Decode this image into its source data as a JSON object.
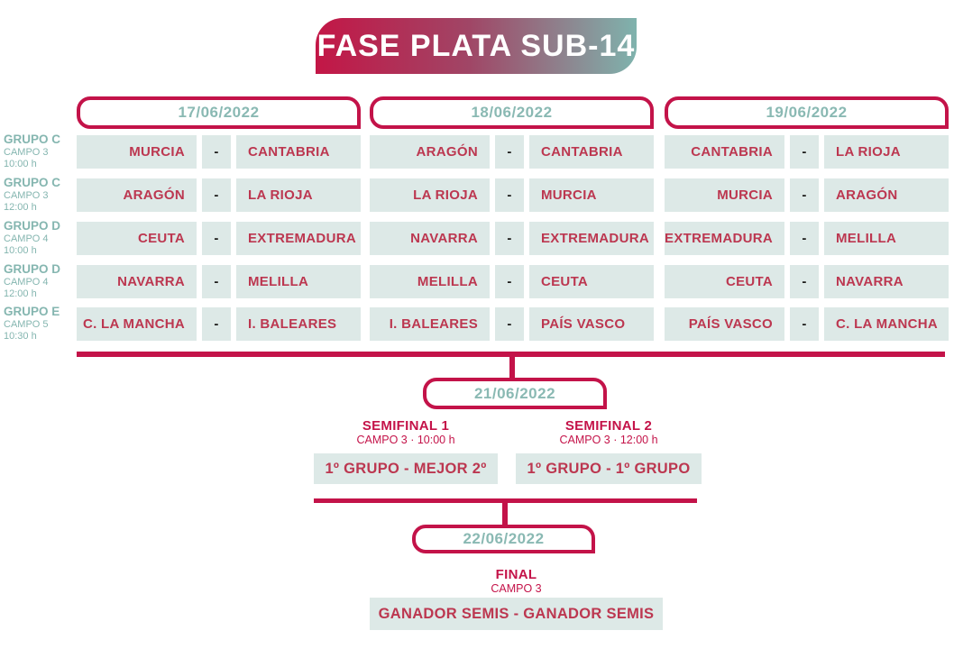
{
  "title": "FASE PLATA SUB-14",
  "separator": "-",
  "colors": {
    "accent_crimson": "#c31349",
    "team_text_red": "#bc3750",
    "teal_text": "#8ab9b3",
    "box_background": "#dde9e7",
    "banner_gradient_left": "#c31646",
    "banner_gradient_right": "#7fb3ad"
  },
  "groups": [
    {
      "name": "GRUPO C",
      "field": "CAMPO 3",
      "time": "10:00 h"
    },
    {
      "name": "GRUPO C",
      "field": "CAMPO 3",
      "time": "12:00 h"
    },
    {
      "name": "GRUPO D",
      "field": "CAMPO 4",
      "time": "10:00 h"
    },
    {
      "name": "GRUPO D",
      "field": "CAMPO 4",
      "time": "12:00 h"
    },
    {
      "name": "GRUPO E",
      "field": "CAMPO 5",
      "time": "10:30 h"
    }
  ],
  "columns": [
    {
      "date": "17/06/2022",
      "matches": [
        {
          "home": "MURCIA",
          "away": "CANTABRIA"
        },
        {
          "home": "ARAGÓN",
          "away": "LA RIOJA"
        },
        {
          "home": "CEUTA",
          "away": "EXTREMADURA"
        },
        {
          "home": "NAVARRA",
          "away": "MELILLA"
        },
        {
          "home": "C. LA MANCHA",
          "away": "I. BALEARES"
        }
      ]
    },
    {
      "date": "18/06/2022",
      "matches": [
        {
          "home": "ARAGÓN",
          "away": "CANTABRIA"
        },
        {
          "home": "LA RIOJA",
          "away": "MURCIA"
        },
        {
          "home": "NAVARRA",
          "away": "EXTREMADURA"
        },
        {
          "home": "MELILLA",
          "away": "CEUTA"
        },
        {
          "home": "I. BALEARES",
          "away": "PAÍS VASCO"
        }
      ]
    },
    {
      "date": "19/06/2022",
      "matches": [
        {
          "home": "CANTABRIA",
          "away": "LA RIOJA"
        },
        {
          "home": "MURCIA",
          "away": "ARAGÓN"
        },
        {
          "home": "EXTREMADURA",
          "away": "MELILLA"
        },
        {
          "home": "CEUTA",
          "away": "NAVARRA"
        },
        {
          "home": "PAÍS VASCO",
          "away": "C. LA MANCHA"
        }
      ]
    }
  ],
  "semifinals": {
    "date": "21/06/2022",
    "items": [
      {
        "label": "SEMIFINAL 1",
        "detail": "CAMPO 3 · 10:00 h",
        "matchup": "1º GRUPO - MEJOR 2º"
      },
      {
        "label": "SEMIFINAL 2",
        "detail": "CAMPO 3 · 12:00 h",
        "matchup": "1º GRUPO - 1º GRUPO"
      }
    ]
  },
  "final": {
    "date": "22/06/2022",
    "label": "FINAL",
    "detail": "CAMPO 3",
    "matchup": "GANADOR SEMIS - GANADOR SEMIS"
  }
}
